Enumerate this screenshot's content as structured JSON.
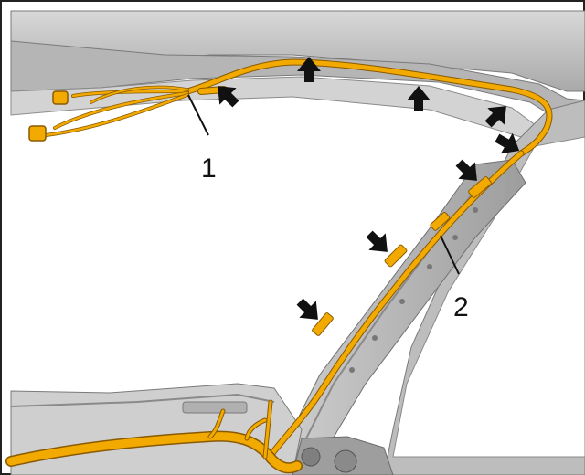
{
  "figure": {
    "callouts": [
      {
        "label": "1",
        "target": "roof-wiring-harness"
      },
      {
        "label": "2",
        "target": "a-pillar-wiring-harness"
      }
    ],
    "arrow_count": 8,
    "colors": {
      "harness": "#F2A900",
      "harness_outline": "#8A5A00",
      "body_panel": "#C9C9C9",
      "body_panel_dark": "#9A9A9A",
      "arrow": "#111111",
      "frame": "#222222"
    }
  }
}
